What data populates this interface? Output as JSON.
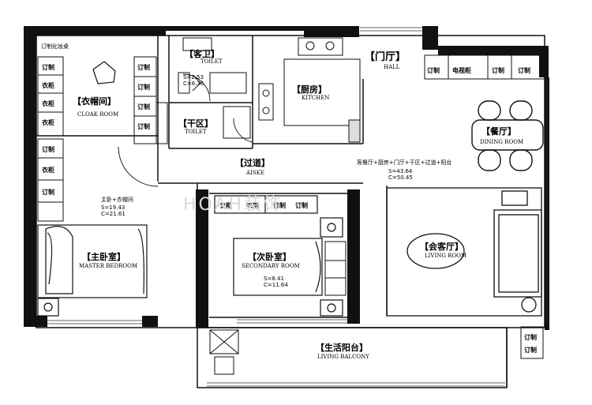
{
  "rooms": {
    "cloak": {
      "cn": "【衣帽间】",
      "en": "CLOAK ROOM"
    },
    "guest_toilet": {
      "cn": "【客卫】",
      "en": "TOILET",
      "area": "S=2.53",
      "perimeter": "C=6.36"
    },
    "dry_zone": {
      "cn": "【干区】",
      "en": "TOILET"
    },
    "kitchen": {
      "cn": "【厨房】",
      "en": "KITCHEN"
    },
    "hall": {
      "cn": "【门厅】",
      "en": "HALL"
    },
    "dining": {
      "cn": "【餐厅】",
      "en": "DINING ROOM"
    },
    "aisle": {
      "cn": "【过道】",
      "en": "AISKE"
    },
    "master": {
      "cn": "【主卧室】",
      "en": "MASTER BEDROOM"
    },
    "secondary": {
      "cn": "【次卧室】",
      "en": "SECONDARY ROOM",
      "area": "S=8.41",
      "perimeter": "C=11.64"
    },
    "living": {
      "cn": "【会客厅】",
      "en": "LIVING ROOM"
    },
    "balcony": {
      "cn": "【生活阳台】",
      "en": "LIVING BALCONY"
    }
  },
  "notes": {
    "custom_cabinet": "订制化妆桌",
    "master_zone": {
      "title": "主卧+衣帽间",
      "area": "S=19.43",
      "perimeter": "C=21.61"
    },
    "living_zone": {
      "title": "客餐厅+厨房+门厅+干区+过道+阳台",
      "area": "S=43.64",
      "perimeter": "C=50.45"
    }
  },
  "cabinets": {
    "custom": "订制",
    "wardrobe": "衣柜",
    "tv_cabinet": "电视柜"
  },
  "watermark": "HOAH装饰"
}
